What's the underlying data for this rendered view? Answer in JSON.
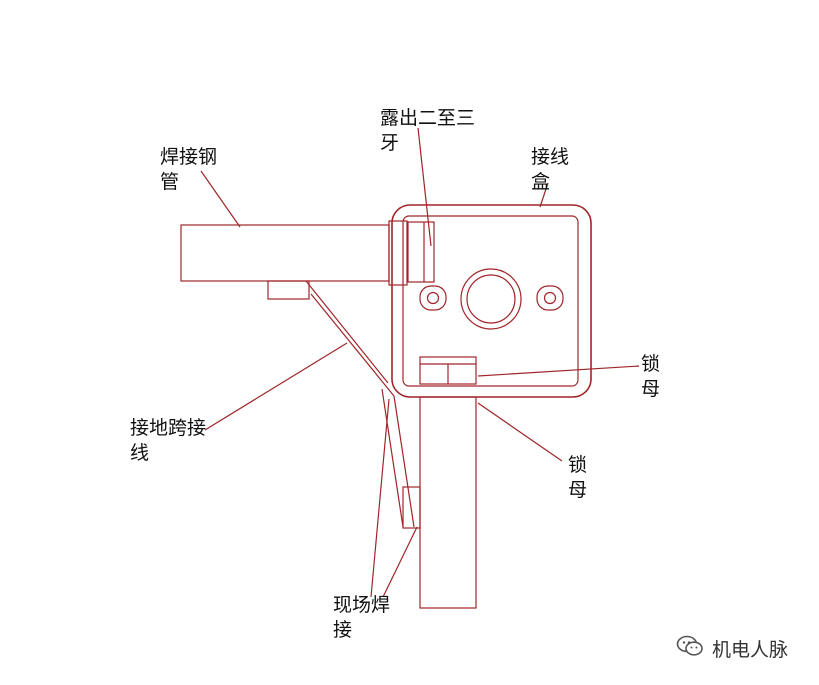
{
  "labels": {
    "welded_pipe": [
      "焊接钢",
      "管"
    ],
    "thread_exposure": [
      "露出二至三",
      "牙"
    ],
    "junction_box": [
      "接线",
      "盒"
    ],
    "locknut_inner": [
      "锁",
      "母"
    ],
    "locknut_outer": [
      "锁",
      "母"
    ],
    "ground_jumper": [
      "接地跨接",
      "线"
    ],
    "field_weld": [
      "现场焊",
      "接"
    ]
  },
  "watermark": {
    "text": "机电人脉",
    "icon": "wechat-icon"
  },
  "colors": {
    "line": "#a0252a",
    "text": "#111111",
    "watermark": "#333333"
  }
}
